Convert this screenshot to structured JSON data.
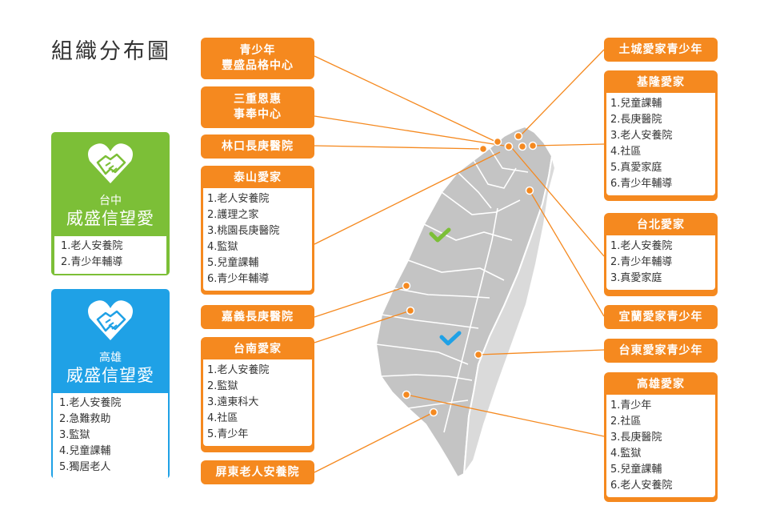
{
  "title": "組織分布圖",
  "colors": {
    "orange": "#f5891f",
    "green": "#7cbf37",
    "blue": "#1fa1e6",
    "map": "#c9c9c9"
  },
  "sidebar": {
    "taichung": {
      "icon": "handshake-heart-icon",
      "city": "台中",
      "brand": "威盛信望愛",
      "items": [
        "1.老人安養院",
        "2.青少年輔導"
      ]
    },
    "kaohsiung": {
      "icon": "handshake-heart-icon",
      "city": "高雄",
      "brand": "威盛信望愛",
      "items": [
        "1.老人安養院",
        "2.急難救助",
        "3.監獄",
        "4.兒童課輔",
        "5.獨居老人"
      ]
    }
  },
  "left": {
    "youth": {
      "line1": "青少年",
      "line2": "豐盛品格中心"
    },
    "sanchong": {
      "line1": "三重恩惠",
      "line2": "事奉中心"
    },
    "linkou": {
      "label": "林口長庚醫院"
    },
    "taishan": {
      "label": "泰山愛家",
      "items": [
        "1.老人安養院",
        "2.護理之家",
        "3.桃園長庚醫院",
        "4.監獄",
        "5.兒童課輔",
        "6.青少年輔導"
      ]
    },
    "chiayi": {
      "label": "嘉義長庚醫院"
    },
    "tainan": {
      "label": "台南愛家",
      "items": [
        "1.老人安養院",
        "2.監獄",
        "3.遠東科大",
        "4.社區",
        "5.青少年"
      ]
    },
    "pingtung": {
      "label": "屏東老人安養院"
    }
  },
  "right": {
    "tucheng": {
      "label": "土城愛家青少年"
    },
    "keelung": {
      "label": "基隆愛家",
      "items": [
        "1.兒童課輔",
        "2.長庚醫院",
        "3.老人安養院",
        "4.社區",
        "5.真愛家庭",
        "6.青少年輔導"
      ]
    },
    "taipei": {
      "label": "台北愛家",
      "items": [
        "1.老人安養院",
        "2.青少年輔導",
        "3.真愛家庭"
      ]
    },
    "yilan": {
      "label": "宜蘭愛家青少年"
    },
    "taitung": {
      "label": "台東愛家青少年"
    },
    "kaohsiung": {
      "label": "高雄愛家",
      "items": [
        "1.青少年",
        "2.社區",
        "3.長庚醫院",
        "4.監獄",
        "5.兒童課輔",
        "6.老人安養院"
      ]
    }
  }
}
